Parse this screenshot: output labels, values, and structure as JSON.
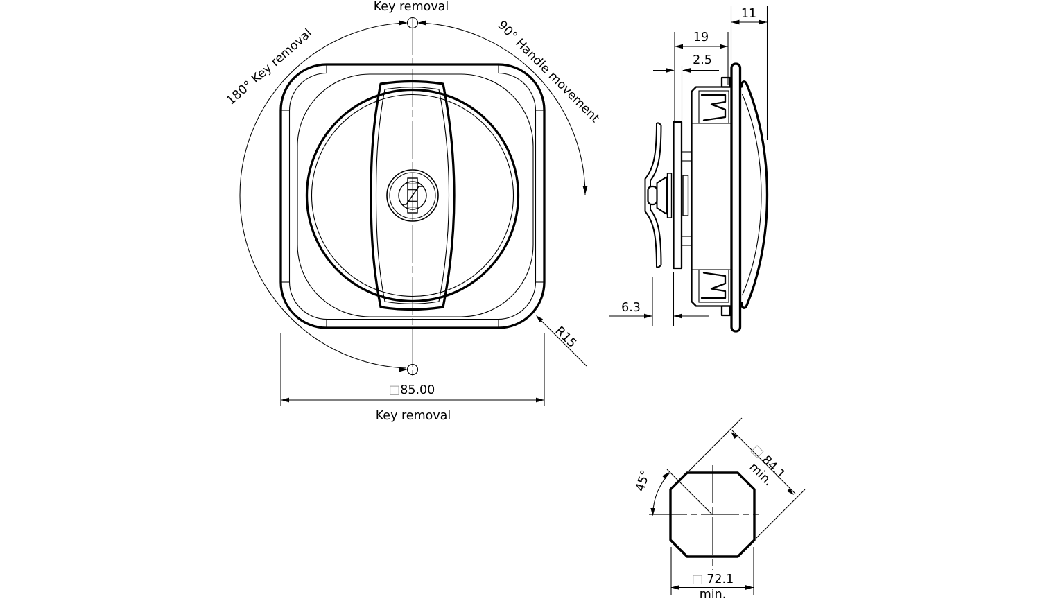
{
  "front_view": {
    "top_label": "Key removal",
    "left_arc_label": "180° Key removal",
    "right_arc_label": "90° Handle movement",
    "corner_radius_label": "R15",
    "width_dim": {
      "symbol": "□",
      "value": "85.00"
    },
    "bottom_label": "Key removal"
  },
  "side_view": {
    "depth_dim": "19",
    "panel_gap_dim": "2.5",
    "handle_depth_dim": "11",
    "grip_dim": "6.3"
  },
  "cutout_view": {
    "chamfer_angle_label": "45°",
    "diagonal_dim": {
      "symbol": "□",
      "value": "84.1",
      "qualifier": "min."
    },
    "width_dim": {
      "symbol": "□",
      "value": "72.1",
      "qualifier": "min."
    }
  },
  "style": {
    "line_color": "#000000",
    "centerline_color": "#6a6a6a",
    "dim_symbol_color": "#9e9e9e",
    "background": "#ffffff"
  }
}
